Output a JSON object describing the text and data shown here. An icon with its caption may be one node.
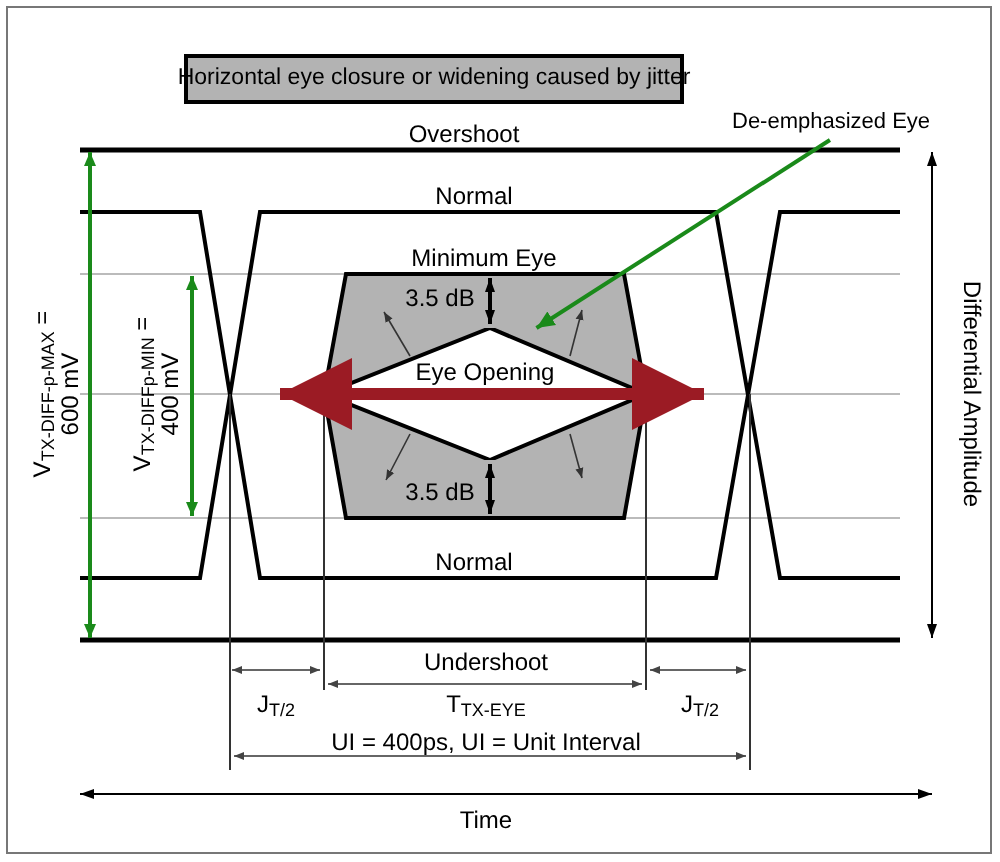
{
  "diagram": {
    "title": "Horizontal eye closure or widening caused by jitter",
    "nodes": [
      {
        "text": [
          "De-emphasized Eye"
        ]
      },
      {
        "text": [
          "Eye Opening"
        ]
      }
    ],
    "edges": [
      {
        "from": 0,
        "to": 1,
        "arrow": "to",
        "color": "#1a8a1a"
      }
    ],
    "labels": [
      "Overshoot",
      "Normal",
      "Minimum Eye",
      "3.5 dB",
      "3.5 dB",
      "Normal",
      "Undershoot",
      "V$_{TX-DIFF-p-MAX}$ = 600 mV",
      "V$_{TX-DIFFp-MIN}$ = 400 mV",
      "Differential Amplitude",
      "J$_{T/2}$",
      "T$_{TX-EYE}$",
      "J$_{T/2}$",
      "UI = 400ps, UI = Unit Interval",
      "Time"
    ]
  }
}
